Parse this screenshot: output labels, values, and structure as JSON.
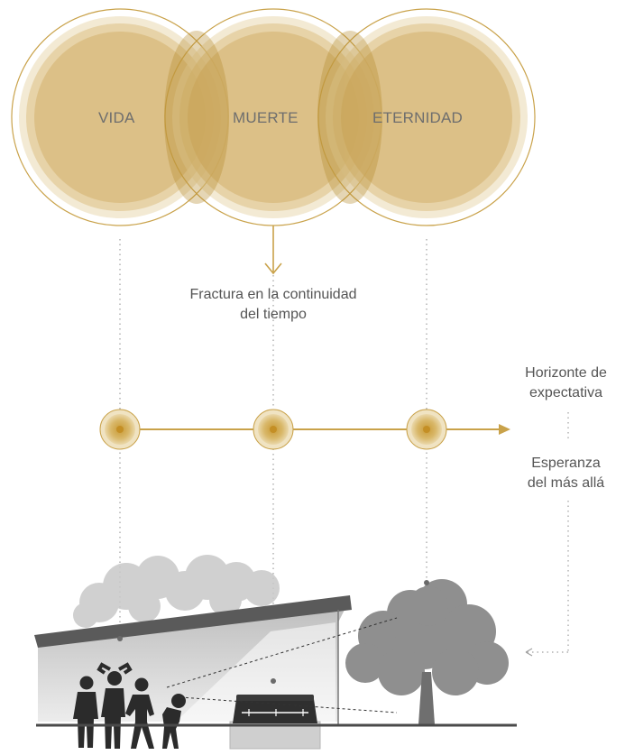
{
  "circles": [
    {
      "label": "VIDA"
    },
    {
      "label": "MUERTE"
    },
    {
      "label": "ETERNIDAD"
    }
  ],
  "fracture": {
    "line1": "Fractura en la continuidad",
    "line2": "del tiempo"
  },
  "horizon": {
    "line1": "Horizonte de",
    "line2": "expectativa"
  },
  "hope": {
    "line1": "Esperanza",
    "line2": "del más allá"
  },
  "colors": {
    "gold": "#c9a24a",
    "gold_light": "#e6d3a3",
    "gold_dark": "#b8902f",
    "gray_text": "#6e6e6e",
    "dotted": "#9a9a9a",
    "silhouette": "#2b2b2b",
    "tree": "#8c8c8c",
    "roof": "#555555"
  }
}
